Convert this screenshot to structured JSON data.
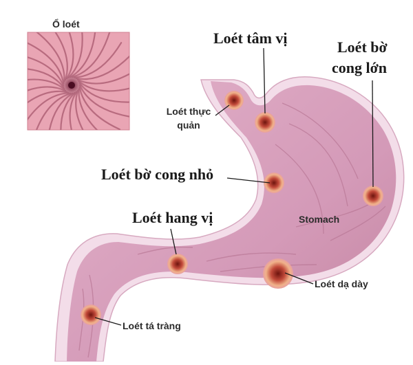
{
  "inset": {
    "label": "Ổ loét"
  },
  "organ": {
    "label": "Stomach"
  },
  "labels": {
    "cardia": "Loét tâm vị",
    "greater_curvature_line1": "Loét bờ",
    "greater_curvature_line2": "cong lớn",
    "esophagus_line1": "Loét thực",
    "esophagus_line2": "quản",
    "lesser_curvature": "Loét bờ cong nhỏ",
    "antrum": "Loét hang vị",
    "gastric": "Loét dạ dày",
    "duodenal": "Loét tá tràng"
  },
  "colors": {
    "stomach_fill": "#d9a0bd",
    "stomach_inner": "#c78aac",
    "stomach_wall": "#f2dce8",
    "ulcer": "#c24a3a",
    "ulcer_core": "#7a1a12",
    "inset_bg": "#e9a5b4",
    "line": "#1a1a1a"
  }
}
